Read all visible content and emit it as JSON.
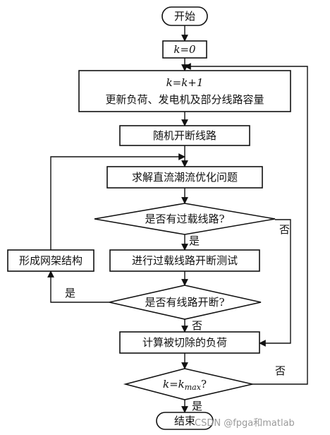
{
  "nodes": {
    "start": "开始",
    "init": "k=0",
    "update_line1": "k=k+1",
    "update_line2": "更新负荷、发电机及部分线路容量",
    "random_break": "随机开断线路",
    "solve_dc": "求解直流潮流优化问题",
    "overload_check": "是否有过载线路?",
    "break_test": "进行过载线路开断测试",
    "break_check": "是否有线路开断?",
    "compute_load": "计算被切除的负荷",
    "kmax_check_left": "k=k",
    "kmax_check_sub": "max",
    "kmax_check_right": "?",
    "form_grid": "形成网架结构",
    "end": "结束"
  },
  "labels": {
    "yes_overload": "是",
    "no_overload": "否",
    "yes_break": "是",
    "no_break": "否",
    "no_kmax": "否",
    "yes_kmax": "是"
  },
  "watermark": "CSDN @fpga和matlab"
}
